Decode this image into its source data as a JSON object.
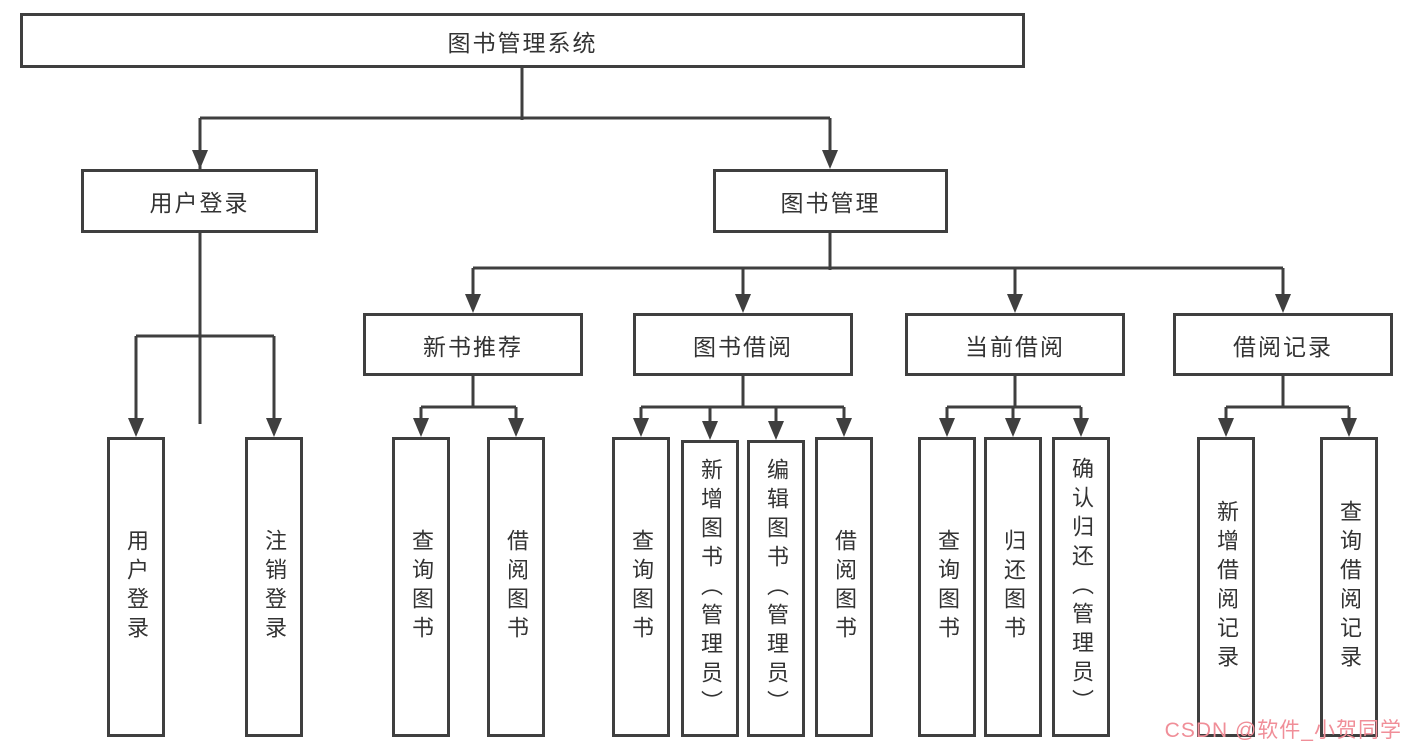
{
  "diagram": {
    "root_label": "图书管理系统",
    "level2": [
      "用户登录",
      "图书管理"
    ],
    "level3": [
      "新书推荐",
      "图书借阅",
      "当前借阅",
      "借阅记录"
    ],
    "leaves": {
      "user_login": [
        "用户登录",
        "注销登录"
      ],
      "new_book": [
        "查询图书",
        "借阅图书"
      ],
      "book_borrow": [
        "查询图书",
        "新增图书（管理员）",
        "编辑图书（管理员）",
        "借阅图书"
      ],
      "current_borrow": [
        "查询图书",
        "归还图书",
        "确认归还（管理员）"
      ],
      "borrow_records": [
        "新增借阅记录",
        "查询借阅记录"
      ]
    },
    "watermark": "CSDN @软件_小贺同学"
  },
  "colors": {
    "line": "#3f3f3f",
    "text": "#333333",
    "box_background": "#ffffff",
    "watermark": "#f08e98"
  }
}
